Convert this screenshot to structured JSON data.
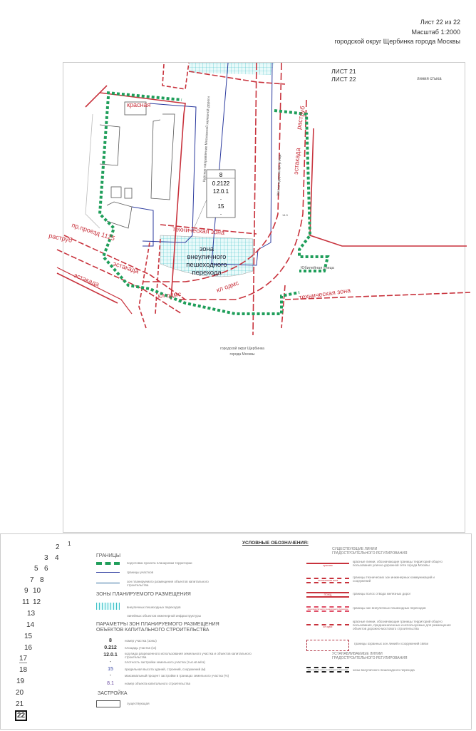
{
  "header": {
    "sheet": "Лист 22 из 22",
    "scale": "Масштаб 1:2000",
    "district": "городской округ Щербинка города Москвы"
  },
  "map": {
    "sheet_prev": "ЛИСТ 21",
    "sheet_current": "ЛИСТ 22",
    "join_line": "линия стыка",
    "labels": {
      "krasnaya": "красная",
      "railway": "Курское направление Московской железной дороги",
      "railway_street": "Железнодорожная улица",
      "rastrub_right": "раструб",
      "estakada_right": "эстакада",
      "tech_zone_center": "техническая зона",
      "pedestrian_zone": [
        "зона",
        "внеуличного",
        "пешеходного",
        "перехода"
      ],
      "proezd": "пр.проезд 1125",
      "rastrub_left": "раструб",
      "estakada_mid": "эстакада",
      "estakada_low": "эстакада",
      "kl_odms_left": "кл одмс",
      "kl_odms_right": "кл одмс",
      "yubileynaya": "Юбилейная улица",
      "tech_zone_right": "техническая зона",
      "height_mark": "14.3",
      "district_footer": [
        "городской округ Щербинка",
        "города Москвы"
      ]
    },
    "parcel": {
      "number": "8",
      "area": "0.2122",
      "code": "12.0.1",
      "density": "-",
      "height": "15",
      "percent": "-"
    },
    "colors": {
      "red_lines": "#c8323c",
      "project_boundary": "#1f9e5a",
      "parcel_boundary": "#2b3a9e",
      "pedestrian_zone": "#40c0c8"
    }
  },
  "legend": {
    "title": "УСЛОВНЫЕ ОБОЗНАЧЕНИЯ:",
    "boundaries": {
      "heading": "ГРАНИЦЫ",
      "items": [
        "подготовки проекта планировки территории",
        "границы участков",
        "зон планируемого размещения объектов капитального строительства"
      ]
    },
    "zones": {
      "heading": "ЗОНЫ ПЛАНИРУЕМОГО РАЗМЕЩЕНИЯ",
      "items": [
        "внеуличных пешеходных переходов",
        "линейных объектов инженерной инфраструктуры"
      ]
    },
    "params": {
      "heading": "ПАРАМЕТРЫ ЗОН ПЛАНИРУЕМОГО РАЗМЕЩЕНИЯ ОБЪЕКТОВ КАПИТАЛЬНОГО СТРОИТЕЛЬСТВА",
      "items": [
        {
          "key": "8",
          "text": "номер участка (зоны)"
        },
        {
          "key": "0.212",
          "text": "площадь участка (га)"
        },
        {
          "key": "12.0.1",
          "text": "код вида разрешенного использования земельного участка и объектов капитального строительства"
        },
        {
          "key": "-",
          "text": "плотность застройки земельного участка (тыс.кв.м/га)"
        },
        {
          "key": "15",
          "text": "предельная высота зданий, строений, сооружений (м)"
        },
        {
          "key": "-",
          "text": "максимальный процент застройки в границах земельного участка (%)"
        },
        {
          "key": "8.1",
          "text": "номер объекта капитального строительства"
        }
      ]
    },
    "buildings": {
      "heading": "ЗАСТРОЙКА",
      "items": [
        "существующая"
      ]
    },
    "existing": {
      "heading": "СУЩЕСТВУЮЩИЕ ЛИНИИ ГРАДОСТРОИТЕЛЬНОГО РЕГУЛИРОВАНИЯ",
      "items": [
        {
          "tag": "красная",
          "text": "красные линии, обозначающие границы территорий общего пользования улично-дорожной сети города Москвы"
        },
        {
          "tag": "техническая зона",
          "text": "границы технических зон инженерных коммуникаций и сооружений"
        },
        {
          "tag": "ПОЖД",
          "text": "границы полос отвода железных дорог"
        },
        {
          "tag": "зона внеуличного пешеходного перехода",
          "text": "границы зон внеуличных пешеходных переходов"
        },
        {
          "tag": "кл одмс",
          "text": "красные линии, обозначающие границы территорий общего пользования, предназначенных и используемых для размещения объектов дорожно-мостового строительства"
        },
        {
          "tag": "",
          "text": "границы охранных зон линий и сооружений связи"
        }
      ]
    },
    "established": {
      "heading": "УСТАНАВЛИВАЕМЫЕ ЛИНИИ ГРАДОСТРОИТЕЛЬНОГО РЕГУЛИРОВАНИЯ",
      "items": [
        {
          "tag": "зона внеуличного пешеходного перехода",
          "text": "зоны внеуличного пешеходного перехода"
        }
      ]
    }
  },
  "sheet_index": {
    "sheets": [
      "1",
      "2",
      "3",
      "4",
      "5",
      "6",
      "7",
      "8",
      "9",
      "10",
      "11",
      "12",
      "13",
      "14",
      "15",
      "16",
      "17",
      "18",
      "19",
      "20",
      "21",
      "22"
    ],
    "current": "22"
  }
}
